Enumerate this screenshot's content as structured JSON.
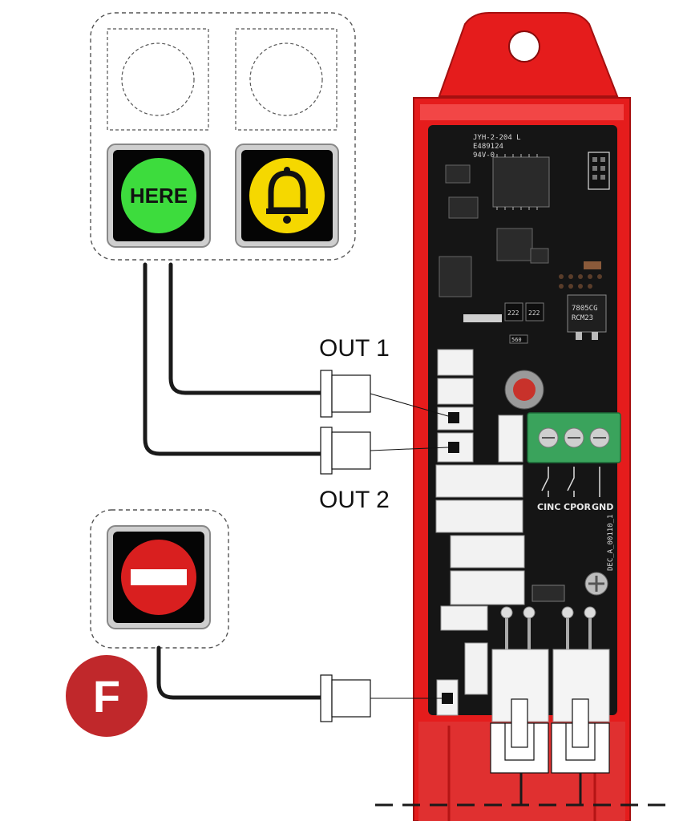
{
  "buttons": {
    "here_label": "HERE",
    "here_color": "#3ddc3d",
    "bell_color": "#f5d800",
    "stop_color": "#d91f1f"
  },
  "outputs": {
    "out1_label": "OUT 1",
    "out2_label": "OUT 2"
  },
  "terminal": {
    "labels": [
      "CINC",
      "CPOR",
      "GND"
    ],
    "color": "#3aa35c"
  },
  "board": {
    "housing_color": "#e51c1c",
    "pcb_color": "#151515",
    "silkscreen": [
      "JYH-2-204 L",
      "E489124",
      "94V-0",
      "7805CG",
      "RCM23",
      "222",
      "222",
      "560",
      "DEC_A_00110_1"
    ]
  },
  "badge": {
    "letter": "F",
    "color": "#c0282b"
  }
}
